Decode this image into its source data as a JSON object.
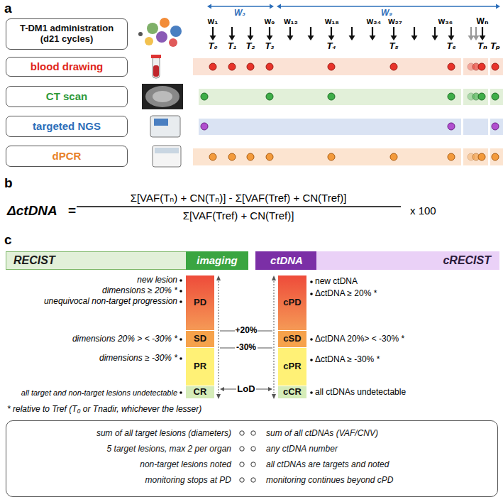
{
  "diagram": {
    "nodes": [
      {
        "text": [
          "T-DM1 administration (d21 cycles)"
        ]
      },
      {
        "text": [
          "blood drawing"
        ]
      },
      {
        "text": [
          "CT scan"
        ]
      },
      {
        "text": [
          "targeted NGS"
        ]
      },
      {
        "text": [
          "dPCR"
        ]
      },
      {
        "text": [
          "RECIST"
        ]
      },
      {
        "text": [
          "imaging"
        ]
      },
      {
        "text": [
          "ctDNA"
        ]
      },
      {
        "text": [
          "cRECIST"
        ]
      },
      {
        "text": [
          "PD"
        ]
      },
      {
        "text": [
          "SD"
        ]
      },
      {
        "text": [
          "PR"
        ]
      },
      {
        "text": [
          "CR"
        ]
      },
      {
        "text": [
          "cPD"
        ]
      },
      {
        "text": [
          "cSD"
        ]
      },
      {
        "text": [
          "cPR"
        ]
      },
      {
        "text": [
          "cCR"
        ]
      },
      {
        "text": [
          "sum of all target lesions (diameters)",
          "sum of all ctDNAs (VAF/CNV)",
          "5 target lesions, max 2 per organ",
          "any ctDNA number",
          "non-target lesions noted",
          "all ctDNAs are targets and noted",
          "monitoring stops at PD",
          "monitoring continues beyond cPD"
        ]
      }
    ],
    "labels": [
      "a",
      "W₃",
      "W₉",
      "w₁",
      "w₉",
      "w₁₂",
      "w₁₈",
      "w₂₄",
      "w₂₇",
      "w₃₆",
      "Wₙ",
      "T₀",
      "T₁",
      "T₂",
      "T₃",
      "T₄",
      "T₅",
      "T₆",
      "Tₙ",
      "Tₚ",
      "b",
      "ΔctDNA",
      "=",
      "Σ[VAF(Tₙ) + CN(Tₙ)] - Σ[VAF(Tref) + CN(Tref)]",
      "Σ[VAF(Tref) + CN(Tref)]",
      "x 100",
      "c",
      "new lesion",
      "dimensions ≥ 20% *",
      "unequivocal non-target progression",
      "dimensions 20% > < -30% *",
      "dimensions ≥ -30% *",
      "all target and non-target lesions undetectable",
      "new ctDNA",
      "ΔctDNA ≥ 20% *",
      "ΔctDNA 20%> < -30% *",
      "ΔctDNA ≥ -30% *",
      "all ctDNAs undetectable",
      "+20%",
      "-30%",
      "LoD",
      "* relative to Tref (T₀ or Tnadir, whichever the lesser)"
    ]
  }
}
